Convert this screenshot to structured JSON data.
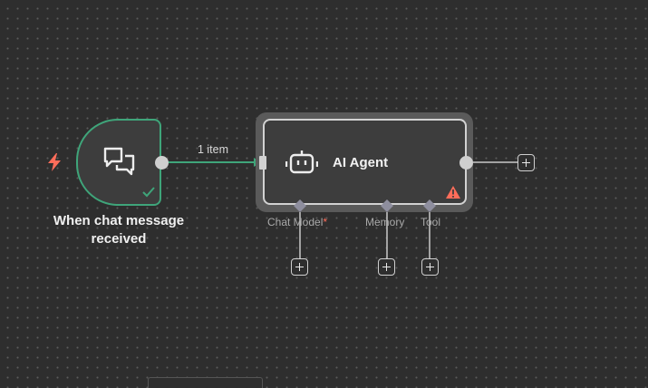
{
  "canvas": {
    "background": "#2e2e2e",
    "dot_color": "#5a5a5a"
  },
  "trigger": {
    "label": "When chat message received",
    "icon": "chat-bubbles-icon",
    "status_icon": "check-icon",
    "trigger_icon": "lightning-icon",
    "border_color": "#3fa57a"
  },
  "connection": {
    "label": "1 item",
    "color": "#3fa57a"
  },
  "agent": {
    "title": "AI Agent",
    "icon": "robot-icon",
    "warning_icon": "warning-triangle-icon",
    "warning_color": "#ff6d5a"
  },
  "sub_connections": {
    "chat_model": "Chat Model",
    "chat_model_required_mark": "*",
    "memory": "Memory",
    "tool": "Tool"
  }
}
